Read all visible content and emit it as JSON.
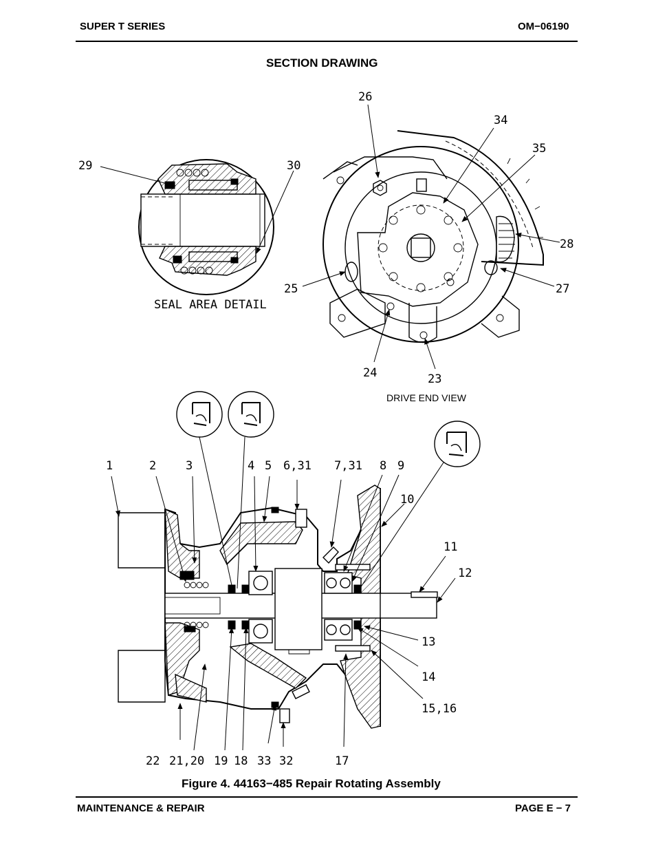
{
  "header": {
    "left": "SUPER T SERIES",
    "right": "OM−06190"
  },
  "section_title": "SECTION DRAWING",
  "seal_detail": {
    "label": "SEAL AREA DETAIL",
    "callouts": [
      "29",
      "30"
    ]
  },
  "drive_end": {
    "label": "DRIVE END VIEW",
    "callouts": [
      "26",
      "34",
      "35",
      "28",
      "27",
      "25",
      "24",
      "23"
    ]
  },
  "assembly": {
    "callouts_top": [
      "1",
      "2",
      "3",
      "4",
      "5",
      "6,31",
      "7,31",
      "8",
      "9",
      "10"
    ],
    "callouts_right": [
      "11",
      "12",
      "13",
      "14",
      "15,16"
    ],
    "callouts_bottom": [
      "22",
      "21,20",
      "19",
      "18",
      "33",
      "32",
      "17"
    ]
  },
  "figure_caption": "Figure 4.  44163−485 Repair Rotating Assembly",
  "footer": {
    "left": "MAINTENANCE & REPAIR",
    "right": "PAGE E − 7"
  }
}
